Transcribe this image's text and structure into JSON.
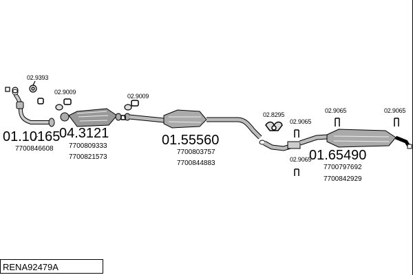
{
  "diagram": {
    "code": "RENA92479A",
    "parts": [
      {
        "number": "01.10165",
        "oe": [
          "7700846608"
        ]
      },
      {
        "number": "04.3121",
        "oe": [
          "7700809333",
          "7700821573"
        ]
      },
      {
        "number": "01.55560",
        "oe": [
          "7700803757",
          "7700844883"
        ]
      },
      {
        "number": "01.65490",
        "oe": [
          "7700797692",
          "7700842929"
        ]
      }
    ],
    "fittings": {
      "f_9393": "02.9393",
      "f_9009_a": "02.9009",
      "f_9009_b": "02.9009",
      "f_8295": "02.8295",
      "f_9065_a": "02.9065",
      "f_9065_b": "02.9065",
      "f_9065_c": "02.9065",
      "f_9065_d": "02.9065"
    }
  }
}
